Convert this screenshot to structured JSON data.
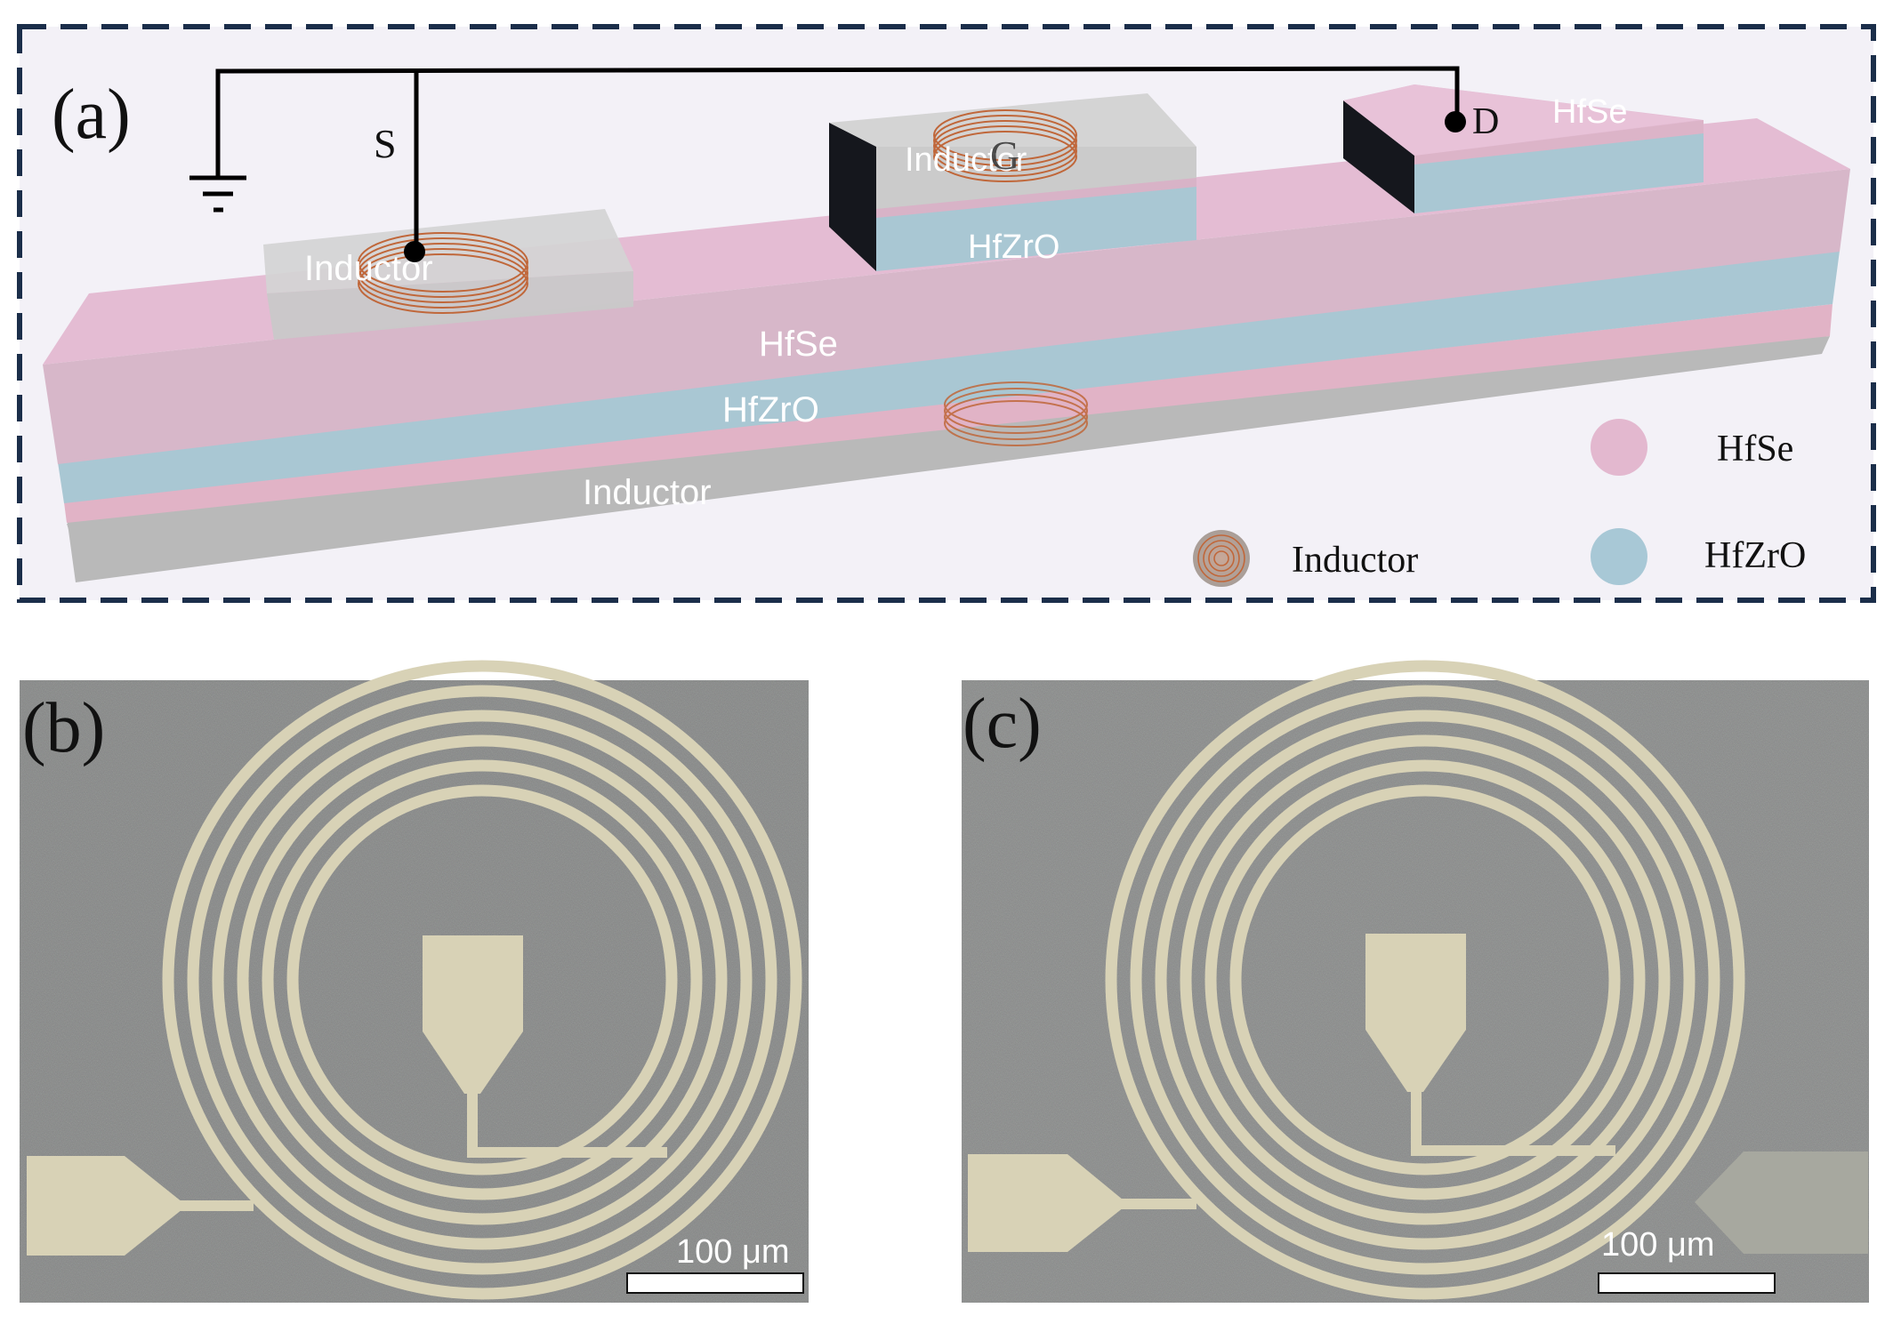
{
  "panel_a": {
    "label": "(a)",
    "terminals": {
      "source": "S",
      "gate": "G",
      "drain": "D"
    },
    "layers": {
      "source_inductor": "Inductor",
      "gate_inductor": "Inductor",
      "gate_oxide": "HfZrO",
      "drain_top": "HfSe",
      "main_hfse": "HfSe",
      "main_hfzro": "HfZrO",
      "substrate_inductor": "Inductor"
    },
    "legend": [
      {
        "label": "HfSe",
        "color": "#e3b8cf"
      },
      {
        "label": "Inductor",
        "color": "#b8aea6"
      },
      {
        "label": "HfZrO",
        "color": "#a8c8d6"
      }
    ]
  },
  "panel_b": {
    "label": "(b)",
    "scale_label": "100 μm"
  },
  "panel_c": {
    "label": "(c)",
    "scale_label": "100 μm"
  },
  "colors": {
    "hfse": "#e3b8cf",
    "hfzro": "#a8c8d6",
    "inductor_block": "#c8c8c8",
    "frame": "#1b2e4a",
    "coil_wire": "#c0673a",
    "micro_bg": "#7f8180",
    "micro_metal": "#d8d2b6"
  }
}
